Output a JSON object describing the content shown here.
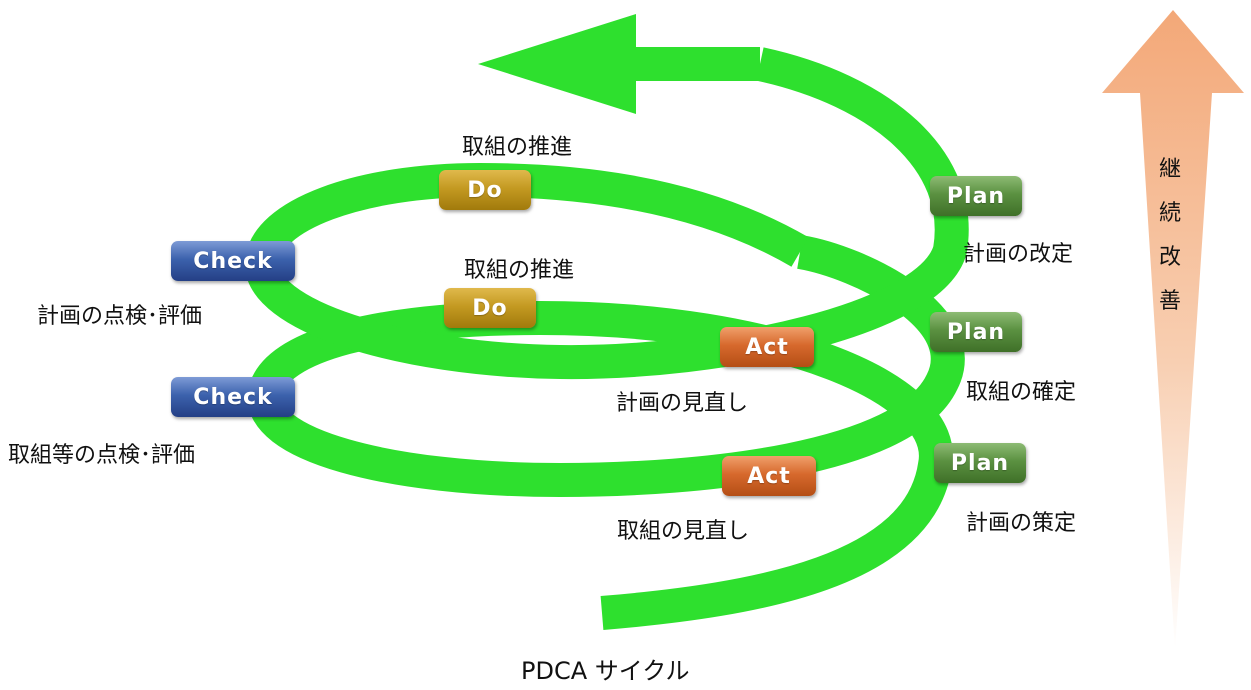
{
  "diagram": {
    "stages": [
      {
        "id": "plan1",
        "badge": "Plan",
        "kind": "plan",
        "caption": "計画の策定"
      },
      {
        "id": "act1",
        "badge": "Act",
        "kind": "act",
        "caption": "取組の見直し"
      },
      {
        "id": "check1",
        "badge": "Check",
        "kind": "check",
        "caption": "取組等の点検･評価"
      },
      {
        "id": "do1",
        "badge": "Do",
        "kind": "do",
        "caption": "取組の推進"
      },
      {
        "id": "plan2",
        "badge": "Plan",
        "kind": "plan",
        "caption": "取組の確定"
      },
      {
        "id": "act2",
        "badge": "Act",
        "kind": "act",
        "caption": "計画の見直し"
      },
      {
        "id": "check2",
        "badge": "Check",
        "kind": "check",
        "caption": "計画の点検･評価"
      },
      {
        "id": "do2",
        "badge": "Do",
        "kind": "do",
        "caption": "取組の推進"
      },
      {
        "id": "plan3",
        "badge": "Plan",
        "kind": "plan",
        "caption": "計画の改定"
      }
    ],
    "vertical_label": [
      "継",
      "続",
      "改",
      "善"
    ],
    "footer": "PDCA サイクル",
    "colors": {
      "spiral": "#2ee02e",
      "arrow_top": "#f3a878",
      "arrow_bottom": "#ffffff",
      "plan": "#5b9141",
      "do": "#c49a22",
      "check": "#3c62ad",
      "act": "#d7692d"
    }
  }
}
